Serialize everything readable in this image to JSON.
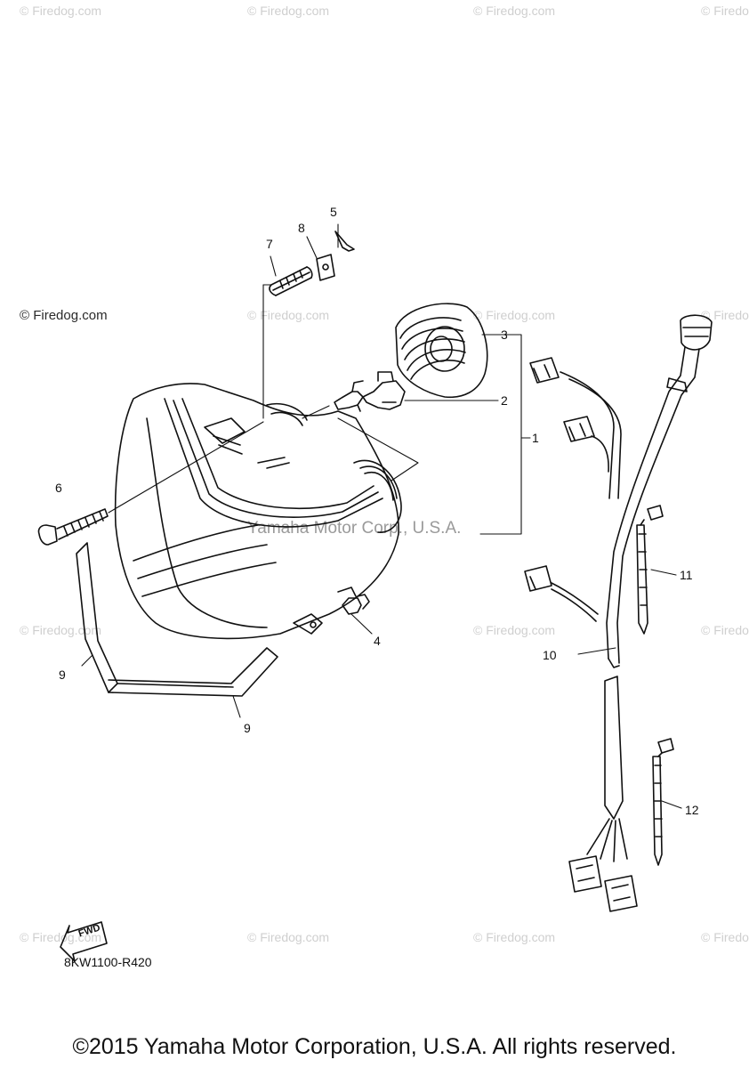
{
  "watermarks": {
    "text": "© Firedog.com",
    "strong": "© Firedog.com",
    "center": "Yamaha Motor Corp., U.S.A."
  },
  "callouts": {
    "c1": "1",
    "c2": "2",
    "c3": "3",
    "c4": "4",
    "c5": "5",
    "c6": "6",
    "c7": "7",
    "c8": "8",
    "c9a": "9",
    "c9b": "9",
    "c10": "10",
    "c11": "11",
    "c12": "12"
  },
  "fwd_label": "FWD",
  "diagram_code": "8KW1100-R420",
  "copyright": "©2015 Yamaha Motor Corporation, U.S.A. All rights reserved."
}
